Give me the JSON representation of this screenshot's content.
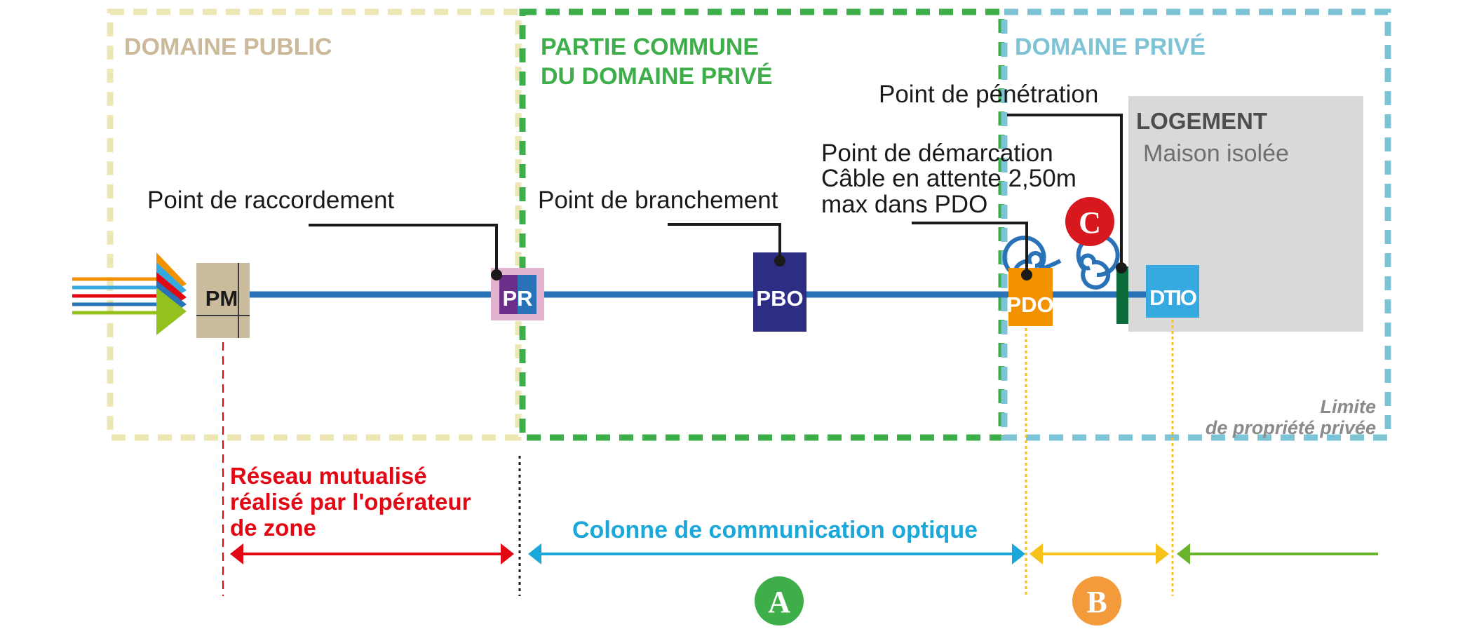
{
  "zones": {
    "public": "DOMAINE PUBLIC",
    "commune_line1": "PARTIE COMMUNE",
    "commune_line2": "DU DOMAINE PRIVÉ",
    "prive": "DOMAINE PRIVÉ"
  },
  "labels": {
    "raccordement": "Point de raccordement",
    "branchement": "Point de branchement",
    "demarcation_line1": "Point de démarcation",
    "demarcation_line2": "Câble en attente 2,50m",
    "demarcation_line3": "max dans PDO",
    "penetration": "Point de pénétration"
  },
  "logement": {
    "title": "LOGEMENT",
    "subtitle": "Maison isolée"
  },
  "boxes": {
    "pm": "PM",
    "pr": "PR",
    "pbo": "PBO",
    "pdo": "PDO",
    "dtio": "DTIO"
  },
  "badges": {
    "a": "A",
    "b": "B",
    "c": "C"
  },
  "limite": {
    "line1": "Limite",
    "line2": "de propriété privée"
  },
  "bottom": {
    "reseau_line1": "Réseau mutualisé",
    "reseau_line2": "réalisé par l'opérateur",
    "reseau_line3": "de zone",
    "colonne": "Colonne de communication optique"
  },
  "colors": {
    "public_zone": "#ece7b5",
    "commune_zone": "#3dae49",
    "prive_zone": "#7cc3d6",
    "public_title": "#cbb999",
    "fiber": "#2a72b8",
    "pm": "#cbbb9d",
    "pr_border": "#e3b4d0",
    "pr_left": "#6b2f8a",
    "pr_right": "#2a72b8",
    "pbo": "#2e2d84",
    "pdo": "#f39200",
    "dtio": "#36a9e1",
    "penetration": "#0b6b3a",
    "logement": "#d9d9d9",
    "red": "#e30613",
    "cyan": "#1aa7d9",
    "yellow": "#f7c21a",
    "green": "#6ab42d",
    "badge_a": "#3dae49",
    "badge_b": "#f39a3a",
    "badge_c": "#d7191f"
  }
}
